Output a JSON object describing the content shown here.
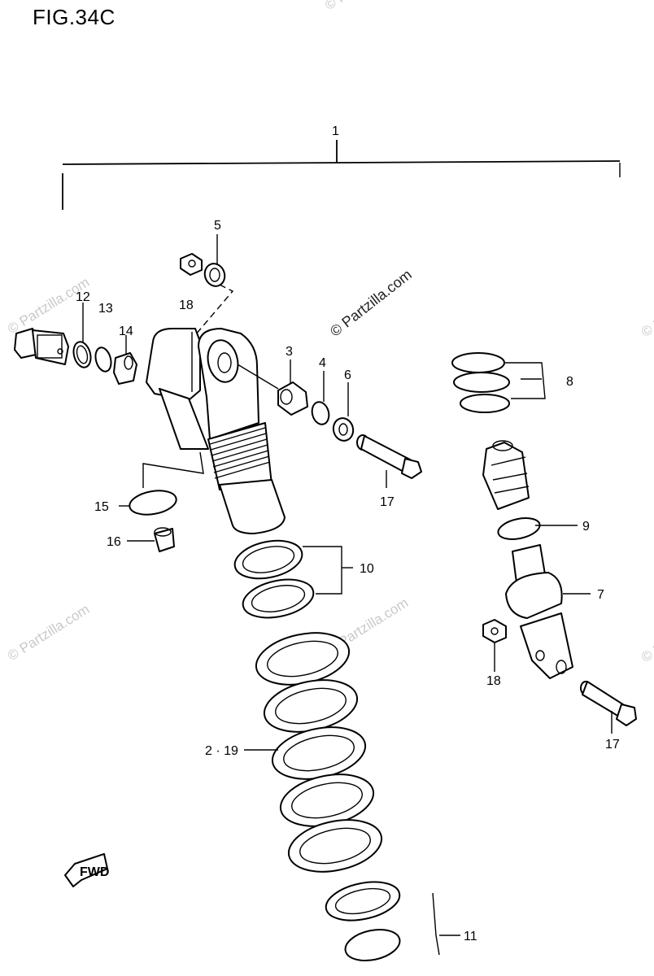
{
  "figure": {
    "title": "FIG.34C"
  },
  "watermark": {
    "main": "© Partzilla.com",
    "repeat": "© Partzilla.com"
  },
  "callouts": [
    {
      "id": "c1",
      "label": "1"
    },
    {
      "id": "c2",
      "label": "2 · 19"
    },
    {
      "id": "c3",
      "label": "3"
    },
    {
      "id": "c4",
      "label": "4"
    },
    {
      "id": "c5",
      "label": "5"
    },
    {
      "id": "c6",
      "label": "6"
    },
    {
      "id": "c7",
      "label": "7"
    },
    {
      "id": "c8",
      "label": "8"
    },
    {
      "id": "c9",
      "label": "9"
    },
    {
      "id": "c10",
      "label": "10"
    },
    {
      "id": "c11",
      "label": "11"
    },
    {
      "id": "c12",
      "label": "12"
    },
    {
      "id": "c13",
      "label": "13"
    },
    {
      "id": "c14",
      "label": "14"
    },
    {
      "id": "c15",
      "label": "15"
    },
    {
      "id": "c16",
      "label": "16"
    },
    {
      "id": "c17a",
      "label": "17"
    },
    {
      "id": "c17b",
      "label": "17"
    },
    {
      "id": "c18a",
      "label": "18"
    },
    {
      "id": "c18b",
      "label": "18"
    }
  ],
  "fwd_badge": {
    "label": "FWD"
  }
}
